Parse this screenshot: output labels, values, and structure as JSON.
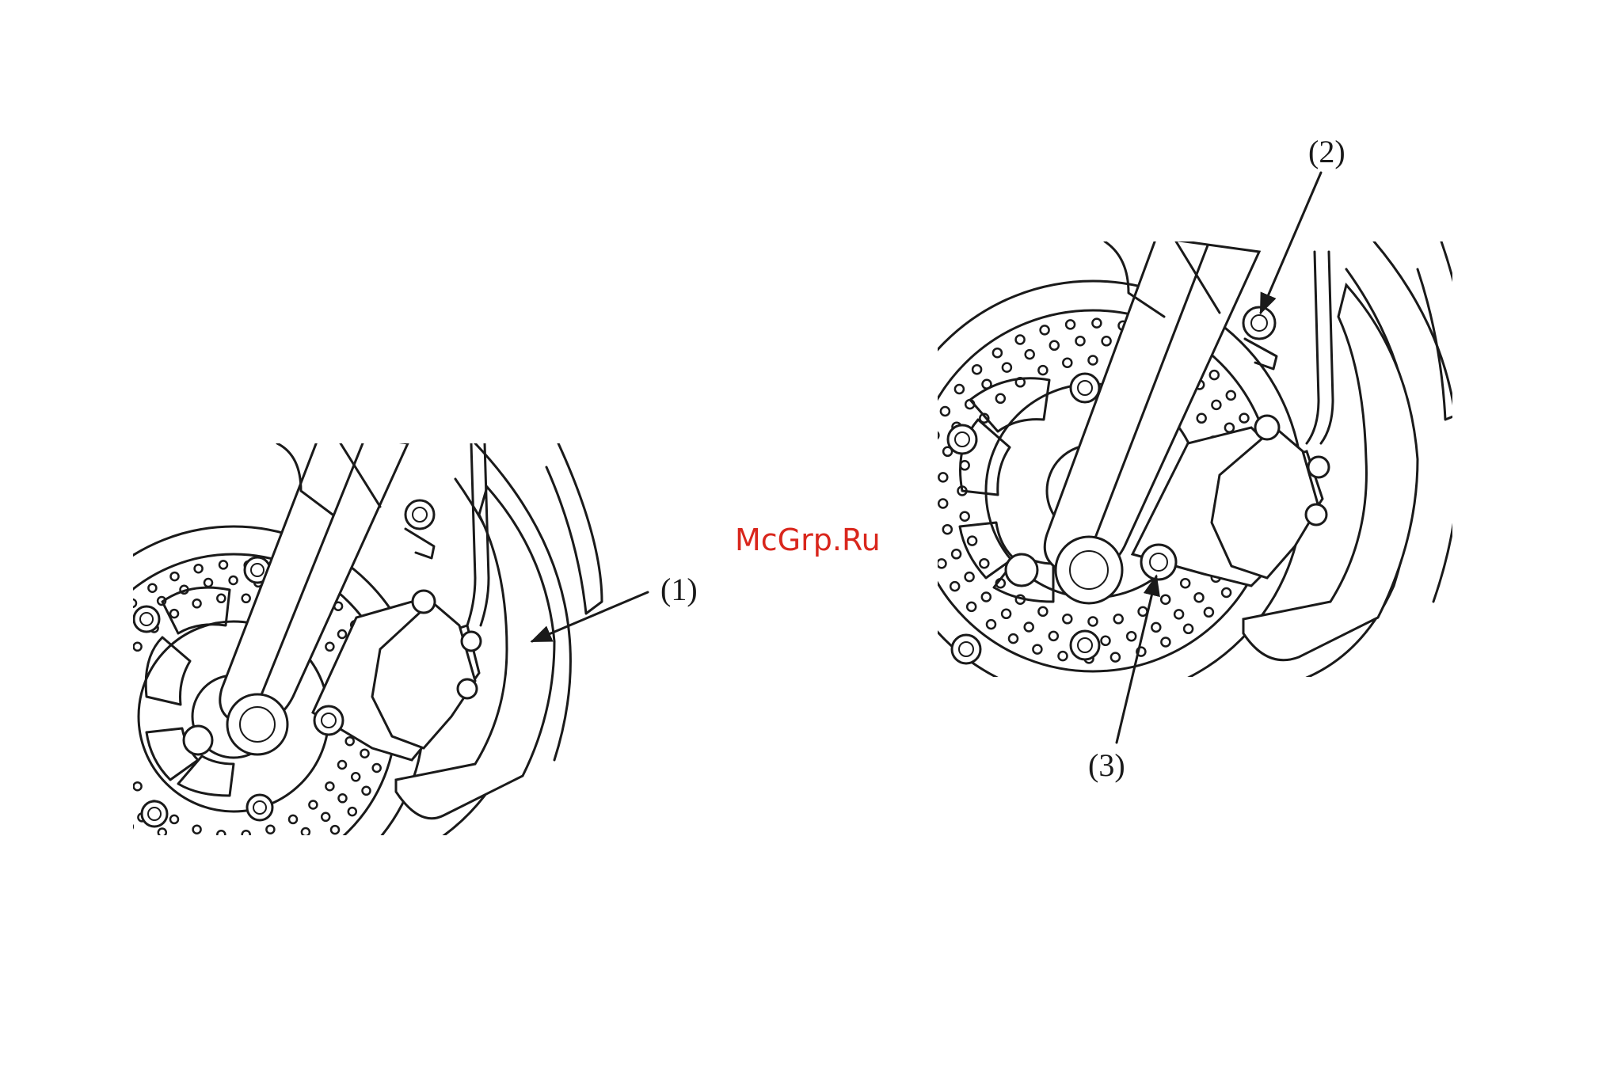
{
  "watermark": {
    "text": "McGrp.Ru",
    "color": "#d9261c"
  },
  "left_figure": {
    "callouts": [
      {
        "label": "(1)"
      }
    ]
  },
  "right_figure": {
    "callouts": [
      {
        "label": "(2)"
      },
      {
        "label": "(3)"
      }
    ]
  },
  "colors": {
    "line": "#1a1a1a",
    "background": "#ffffff"
  }
}
